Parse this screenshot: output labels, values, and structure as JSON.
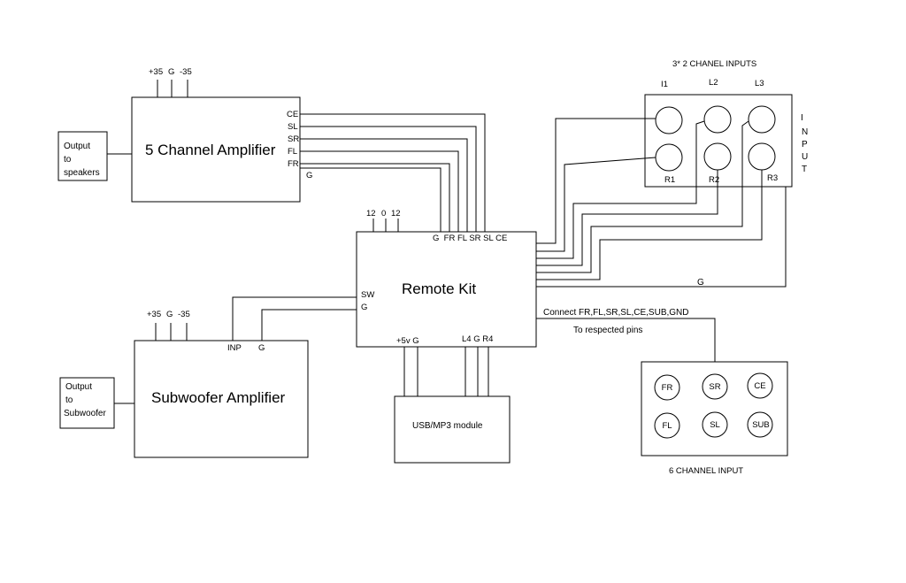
{
  "five_ch_amp": {
    "title": "5 Channel Amplifier",
    "power": [
      "+35",
      "G",
      "-35"
    ],
    "pins": [
      "CE",
      "SL",
      "SR",
      "FL",
      "FR",
      "G"
    ]
  },
  "output_speakers": {
    "lines": [
      "Output",
      "to",
      "speakers"
    ]
  },
  "remote_kit": {
    "title": "Remote Kit",
    "power": [
      "12",
      "0",
      "12"
    ],
    "top_pins": "G  FR FL SR SL CE",
    "left_pins": [
      "SW",
      "G"
    ],
    "bottom_left": "+5v G",
    "bottom_right": "L4 G R4"
  },
  "inputs_3x2": {
    "title": "3* 2 CHANEL INPUTS",
    "top_labels": [
      "I1",
      "L2",
      "L3"
    ],
    "bottom_labels": [
      "R1",
      "R2",
      "R3"
    ],
    "side_label": [
      "I",
      "N",
      "P",
      "U",
      "T"
    ]
  },
  "ground_label": "G",
  "connect_note": {
    "line1": "Connect FR,FL,SR,SL,CE,SUB,GND",
    "line2": "To respected pins"
  },
  "sub_amp": {
    "title": "Subwoofer Amplifier",
    "power": [
      "+35",
      "G",
      "-35"
    ],
    "pins": [
      "INP",
      "G"
    ]
  },
  "output_sub": {
    "lines": [
      "Output",
      "to",
      "Subwoofer"
    ]
  },
  "usb_module": {
    "title": "USB/MP3 module"
  },
  "six_ch": {
    "title": "6 CHANNEL INPUT",
    "jacks": [
      "FR",
      "SR",
      "CE",
      "FL",
      "SL",
      "SUB"
    ]
  }
}
